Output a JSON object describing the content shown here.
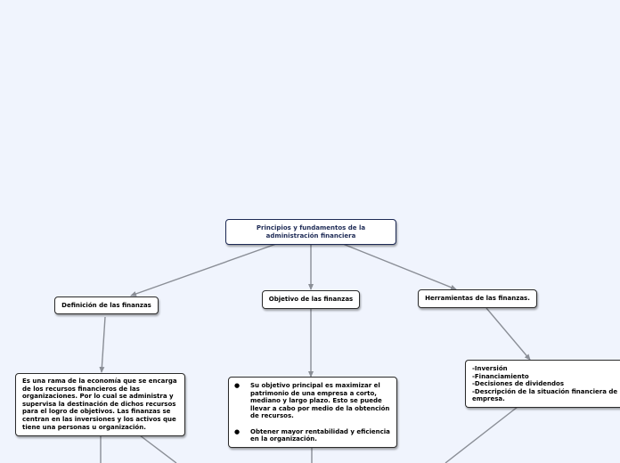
{
  "colors": {
    "background": "#f0f4fd",
    "node_fill": "#ffffff",
    "node_border": "#2b2b2b",
    "root_text": "#1d2a55",
    "connector": "#8a8e96"
  },
  "root": {
    "line1": "Principios y fundamentos de la",
    "line2": "administración financiera"
  },
  "branches": {
    "definicion": {
      "title": "Definición de las finanzas",
      "text": "Es una rama de la economía que se encarga de los recursos financieros de las organizaciones. Por lo cual se administra y supervisa la destinación de dichos recursos para el logro de objetivos. Las finanzas se centran en las inversiones y los activos que tiene una personas u organización."
    },
    "objetivo": {
      "title": "Objetivo de las finanzas",
      "bullet_symbol": "●",
      "point1": "Su objetivo principal es maximizar el patrimonio de una empresa a corto, mediano y largo plazo. Esto se puede llevar a cabo por medio de la obtención de recursos.",
      "point2": "Obtener mayor rentabilidad y eficiencia en la organización."
    },
    "herramientas": {
      "title": "Herramientas de las finanzas.",
      "line1": "-Inversión",
      "line2": "-Financiamiento",
      "line3": "-Decisiones de dividendos",
      "line4": "-Descripción de la situación financiera de la",
      "line5": "empresa."
    }
  }
}
